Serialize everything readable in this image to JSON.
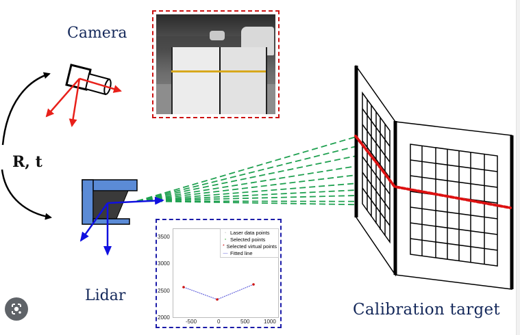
{
  "figure": {
    "labels": {
      "camera": "Camera",
      "lidar": "Lidar",
      "transform": "R, t",
      "target": "Calibration target"
    },
    "colors": {
      "label_text": "#14285a",
      "camera_axes": "#e8201a",
      "lidar_axes": "#1010e0",
      "lidar_body": "#5b8bd6",
      "lidar_inner": "#3a3a3a",
      "laser_rays": "#1fa050",
      "scan_line": "#dd1111",
      "photo_border": "#cc1111",
      "plot_border": "#1a1aa8"
    },
    "photo_inset": {
      "description": "camera image of two white calibration boards with yellow tape"
    },
    "overlay_icon": "lens-search-icon"
  },
  "chart_data": {
    "type": "line",
    "title": "",
    "xlabel": "",
    "ylabel": "",
    "xlim": [
      -800,
      1150
    ],
    "ylim": [
      2000,
      3700
    ],
    "x_ticks": [
      "-500",
      "0",
      "500",
      "1000"
    ],
    "y_ticks": [
      "2000",
      "2500",
      "3000",
      "3500"
    ],
    "legend": [
      {
        "label": "Laser data points",
        "symbol": "·",
        "color": "#555555"
      },
      {
        "label": "Selected points",
        "symbol": "▫",
        "color": "#2aa02a"
      },
      {
        "label": "Selected virtual points",
        "symbol": "*",
        "color": "#cc1111"
      },
      {
        "label": "Fitted line",
        "symbol": "—",
        "color": "#6666dd"
      }
    ],
    "legend_position": "upper right",
    "series": [
      {
        "name": "Fitted line",
        "x": [
          -720,
          50,
          780
        ],
        "y": [
          2660,
          2500,
          2720
        ]
      },
      {
        "name": "Selected virtual points",
        "x": [
          -720,
          50,
          780
        ],
        "y": [
          2660,
          2500,
          2720
        ]
      }
    ],
    "grid": false
  }
}
